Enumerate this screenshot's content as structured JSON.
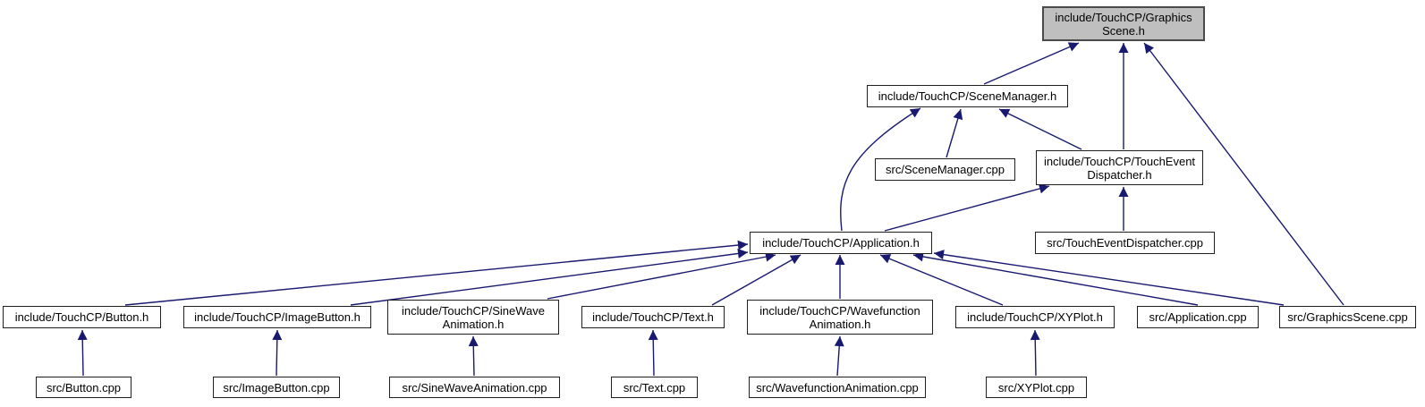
{
  "diagram": {
    "kind": "include-dependency-graph",
    "root_file": "include/TouchCP/GraphicsScene.h"
  },
  "colors": {
    "edge": "#191970",
    "node_border": "#1f1f1f",
    "node_fill": "#ffffff",
    "root_fill": "#bfbfbf",
    "background": "#ffffff",
    "text": "#000000"
  },
  "graph": {
    "nodes": [
      {
        "id": "graphics_scene_h",
        "label": "include/TouchCP/Graphics\nScene.h",
        "root": true
      },
      {
        "id": "scene_manager_h",
        "label": "include/TouchCP/SceneManager.h",
        "root": false
      },
      {
        "id": "scene_manager_cpp",
        "label": "src/SceneManager.cpp",
        "root": false
      },
      {
        "id": "touch_event_dispatcher_h",
        "label": "include/TouchCP/TouchEvent\nDispatcher.h",
        "root": false
      },
      {
        "id": "application_h",
        "label": "include/TouchCP/Application.h",
        "root": false
      },
      {
        "id": "touch_event_dispatcher_cpp",
        "label": "src/TouchEventDispatcher.cpp",
        "root": false
      },
      {
        "id": "button_h",
        "label": "include/TouchCP/Button.h",
        "root": false
      },
      {
        "id": "image_button_h",
        "label": "include/TouchCP/ImageButton.h",
        "root": false
      },
      {
        "id": "sine_wave_animation_h",
        "label": "include/TouchCP/SineWave\nAnimation.h",
        "root": false
      },
      {
        "id": "text_h",
        "label": "include/TouchCP/Text.h",
        "root": false
      },
      {
        "id": "wavefunction_animation_h",
        "label": "include/TouchCP/Wavefunction\nAnimation.h",
        "root": false
      },
      {
        "id": "xy_plot_h",
        "label": "include/TouchCP/XYPlot.h",
        "root": false
      },
      {
        "id": "application_cpp",
        "label": "src/Application.cpp",
        "root": false
      },
      {
        "id": "graphics_scene_cpp",
        "label": "src/GraphicsScene.cpp",
        "root": false
      },
      {
        "id": "button_cpp",
        "label": "src/Button.cpp",
        "root": false
      },
      {
        "id": "image_button_cpp",
        "label": "src/ImageButton.cpp",
        "root": false
      },
      {
        "id": "sine_wave_animation_cpp",
        "label": "src/SineWaveAnimation.cpp",
        "root": false
      },
      {
        "id": "text_cpp",
        "label": "src/Text.cpp",
        "root": false
      },
      {
        "id": "wavefunction_animation_cpp",
        "label": "src/WavefunctionAnimation.cpp",
        "root": false
      },
      {
        "id": "xy_plot_cpp",
        "label": "src/XYPlot.cpp",
        "root": false
      }
    ],
    "edges": [
      {
        "from": "scene_manager_h",
        "to": "graphics_scene_h"
      },
      {
        "from": "touch_event_dispatcher_h",
        "to": "graphics_scene_h"
      },
      {
        "from": "graphics_scene_cpp",
        "to": "graphics_scene_h"
      },
      {
        "from": "scene_manager_cpp",
        "to": "scene_manager_h"
      },
      {
        "from": "touch_event_dispatcher_h",
        "to": "scene_manager_h"
      },
      {
        "from": "application_h",
        "to": "scene_manager_h"
      },
      {
        "from": "application_h",
        "to": "touch_event_dispatcher_h"
      },
      {
        "from": "touch_event_dispatcher_cpp",
        "to": "touch_event_dispatcher_h"
      },
      {
        "from": "button_h",
        "to": "application_h"
      },
      {
        "from": "image_button_h",
        "to": "application_h"
      },
      {
        "from": "sine_wave_animation_h",
        "to": "application_h"
      },
      {
        "from": "text_h",
        "to": "application_h"
      },
      {
        "from": "wavefunction_animation_h",
        "to": "application_h"
      },
      {
        "from": "xy_plot_h",
        "to": "application_h"
      },
      {
        "from": "application_cpp",
        "to": "application_h"
      },
      {
        "from": "graphics_scene_cpp",
        "to": "application_h"
      },
      {
        "from": "button_cpp",
        "to": "button_h"
      },
      {
        "from": "image_button_cpp",
        "to": "image_button_h"
      },
      {
        "from": "sine_wave_animation_cpp",
        "to": "sine_wave_animation_h"
      },
      {
        "from": "text_cpp",
        "to": "text_h"
      },
      {
        "from": "wavefunction_animation_cpp",
        "to": "wavefunction_animation_h"
      },
      {
        "from": "xy_plot_cpp",
        "to": "xy_plot_h"
      }
    ]
  }
}
